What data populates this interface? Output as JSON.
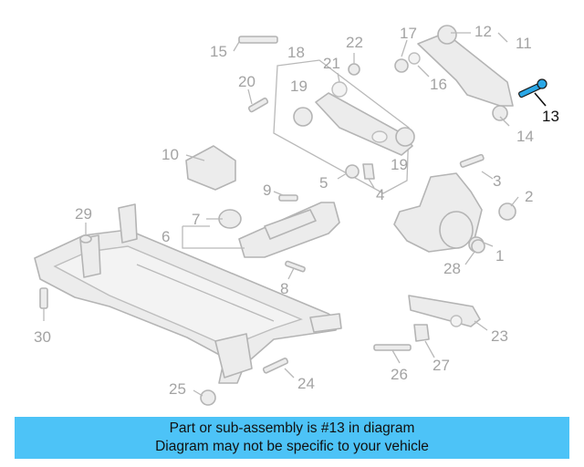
{
  "diagram": {
    "highlight_part": "13",
    "labels": [
      "1",
      "2",
      "3",
      "4",
      "5",
      "6",
      "7",
      "8",
      "9",
      "10",
      "11",
      "12",
      "13",
      "14",
      "15",
      "16",
      "17",
      "18",
      "19",
      "19",
      "20",
      "21",
      "22",
      "23",
      "24",
      "25",
      "26",
      "27",
      "28",
      "29",
      "30"
    ]
  },
  "banner": {
    "line1": "Part or sub-assembly is #13 in diagram",
    "line2": "Diagram may not be specific to your vehicle",
    "color": "#4dc3f7"
  }
}
